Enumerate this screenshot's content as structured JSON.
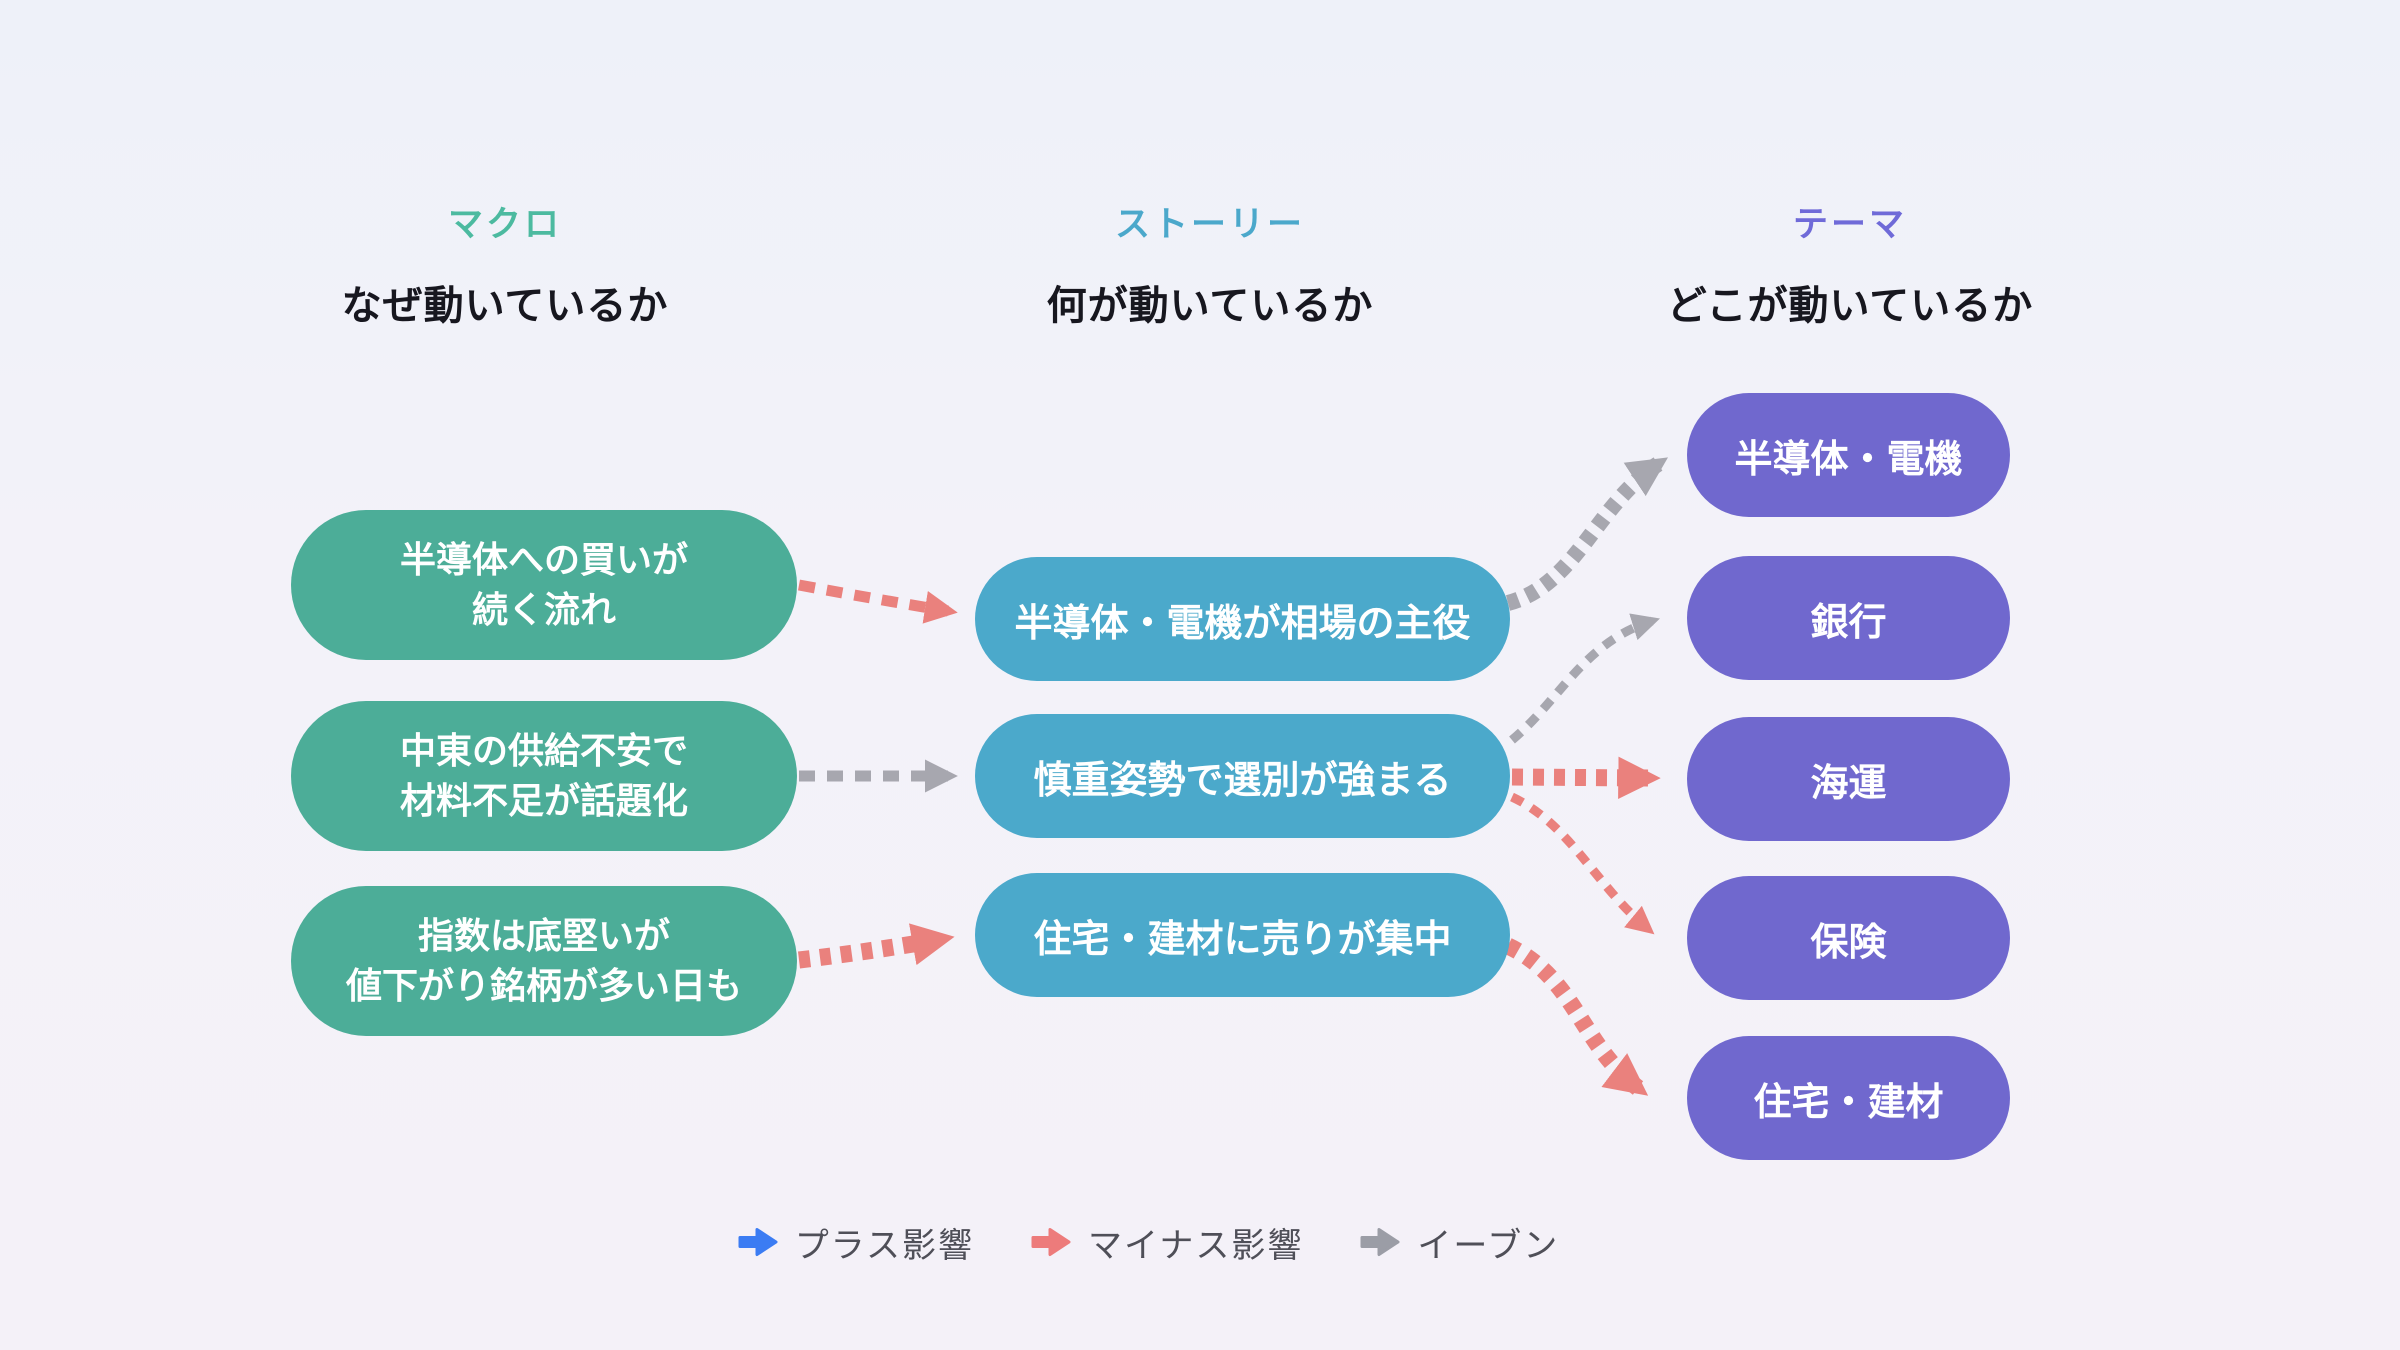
{
  "columns": [
    {
      "title": "マクロ",
      "subtitle": "なぜ動いているか",
      "accent": "#4cbaa0"
    },
    {
      "title": "ストーリー",
      "subtitle": "何が動いているか",
      "accent": "#4ba8cb"
    },
    {
      "title": "テーマ",
      "subtitle": "どこが動いているか",
      "accent": "#6f6ad8"
    }
  ],
  "macro_nodes": [
    {
      "text": "半導体への買いが\n続く流れ"
    },
    {
      "text": "中東の供給不安で\n材料不足が話題化"
    },
    {
      "text": "指数は底堅いが\n値下がり銘柄が多い日も"
    }
  ],
  "story_nodes": [
    {
      "text": "半導体・電機が相場の主役"
    },
    {
      "text": "慎重姿勢で選別が強まる"
    },
    {
      "text": "住宅・建材に売りが集中"
    }
  ],
  "theme_nodes": [
    {
      "text": "半導体・電機"
    },
    {
      "text": "銀行"
    },
    {
      "text": "海運"
    },
    {
      "text": "保険"
    },
    {
      "text": "住宅・建材"
    }
  ],
  "links": [
    {
      "from": "macro-1",
      "to": "story-1",
      "impact": "minus",
      "weight": "medium"
    },
    {
      "from": "macro-2",
      "to": "story-2",
      "impact": "even",
      "weight": "medium"
    },
    {
      "from": "macro-3",
      "to": "story-3",
      "impact": "minus",
      "weight": "heavy"
    },
    {
      "from": "story-1",
      "to": "theme-1",
      "impact": "even",
      "weight": "heavy"
    },
    {
      "from": "story-2",
      "to": "theme-2",
      "impact": "even",
      "weight": "light"
    },
    {
      "from": "story-2",
      "to": "theme-3",
      "impact": "minus",
      "weight": "heavy"
    },
    {
      "from": "story-2",
      "to": "theme-4",
      "impact": "minus",
      "weight": "light"
    },
    {
      "from": "story-3",
      "to": "theme-5",
      "impact": "minus",
      "weight": "heavy"
    }
  ],
  "legend": [
    {
      "label": "プラス影響",
      "color": "#3b7cf3"
    },
    {
      "label": "マイナス影響",
      "color": "#ed7b7b"
    },
    {
      "label": "イーブン",
      "color": "#9b9da6"
    }
  ],
  "colors": {
    "macro_node": "#4cad98",
    "story_node": "#4ba9cb",
    "theme_node": "#7068ce",
    "arrow_minus": "#ea817d",
    "arrow_even": "#a7a7af",
    "background": "#f2f1f8",
    "subtitle_text": "#17171f",
    "legend_text": "#4f4f58"
  }
}
